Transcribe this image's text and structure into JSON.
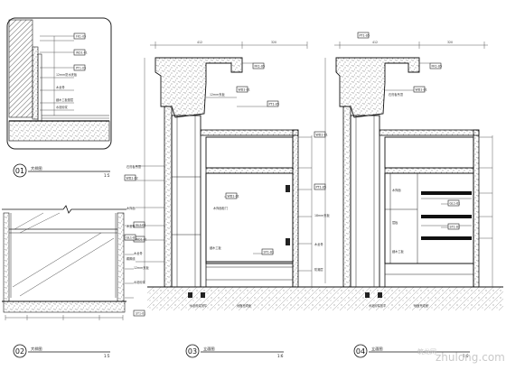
{
  "drawing": {
    "details": [
      {
        "number": "01",
        "title": "大样图",
        "scale": "1:5"
      },
      {
        "number": "02",
        "title": "大样图",
        "scale": "1:5"
      },
      {
        "number": "03",
        "title": "立面图",
        "scale": "1:6"
      },
      {
        "number": "04",
        "title": "立面图",
        "scale": "1:6"
      }
    ]
  },
  "watermark": {
    "site": "zhulong.com",
    "cn": "筑龙网"
  }
}
